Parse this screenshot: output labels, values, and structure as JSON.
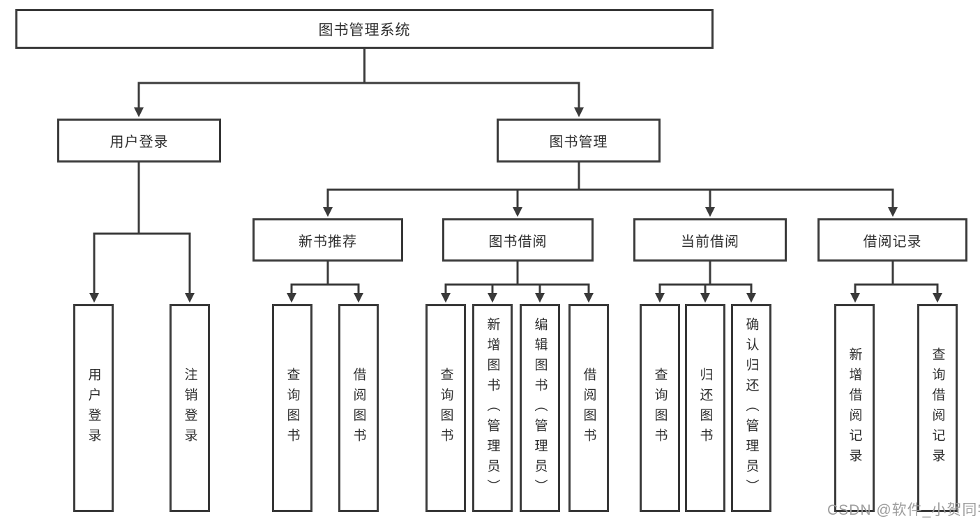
{
  "diagram": {
    "root": {
      "label": "图书管理系统"
    },
    "level1": [
      {
        "label": "用户登录"
      },
      {
        "label": "图书管理"
      }
    ],
    "level2": [
      {
        "label": "新书推荐"
      },
      {
        "label": "图书借阅"
      },
      {
        "label": "当前借阅"
      },
      {
        "label": "借阅记录"
      }
    ],
    "leaves": [
      {
        "label": "用户登录"
      },
      {
        "label": "注销登录"
      },
      {
        "label": "查询图书"
      },
      {
        "label": "借阅图书"
      },
      {
        "label": "查询图书"
      },
      {
        "label": "新增图书（管理员）"
      },
      {
        "label": "编辑图书（管理员）"
      },
      {
        "label": "借阅图书"
      },
      {
        "label": "查询图书"
      },
      {
        "label": "归还图书"
      },
      {
        "label": "确认归还（管理员）"
      },
      {
        "label": "新增借阅记录"
      },
      {
        "label": "查询借阅记录"
      }
    ],
    "watermark": "CSDN @软件_小贺同学",
    "colors": {
      "line": "#3a3a3a",
      "text": "#2e2e2e",
      "watermark": "#9d9d9d",
      "background": "#ffffff"
    }
  }
}
